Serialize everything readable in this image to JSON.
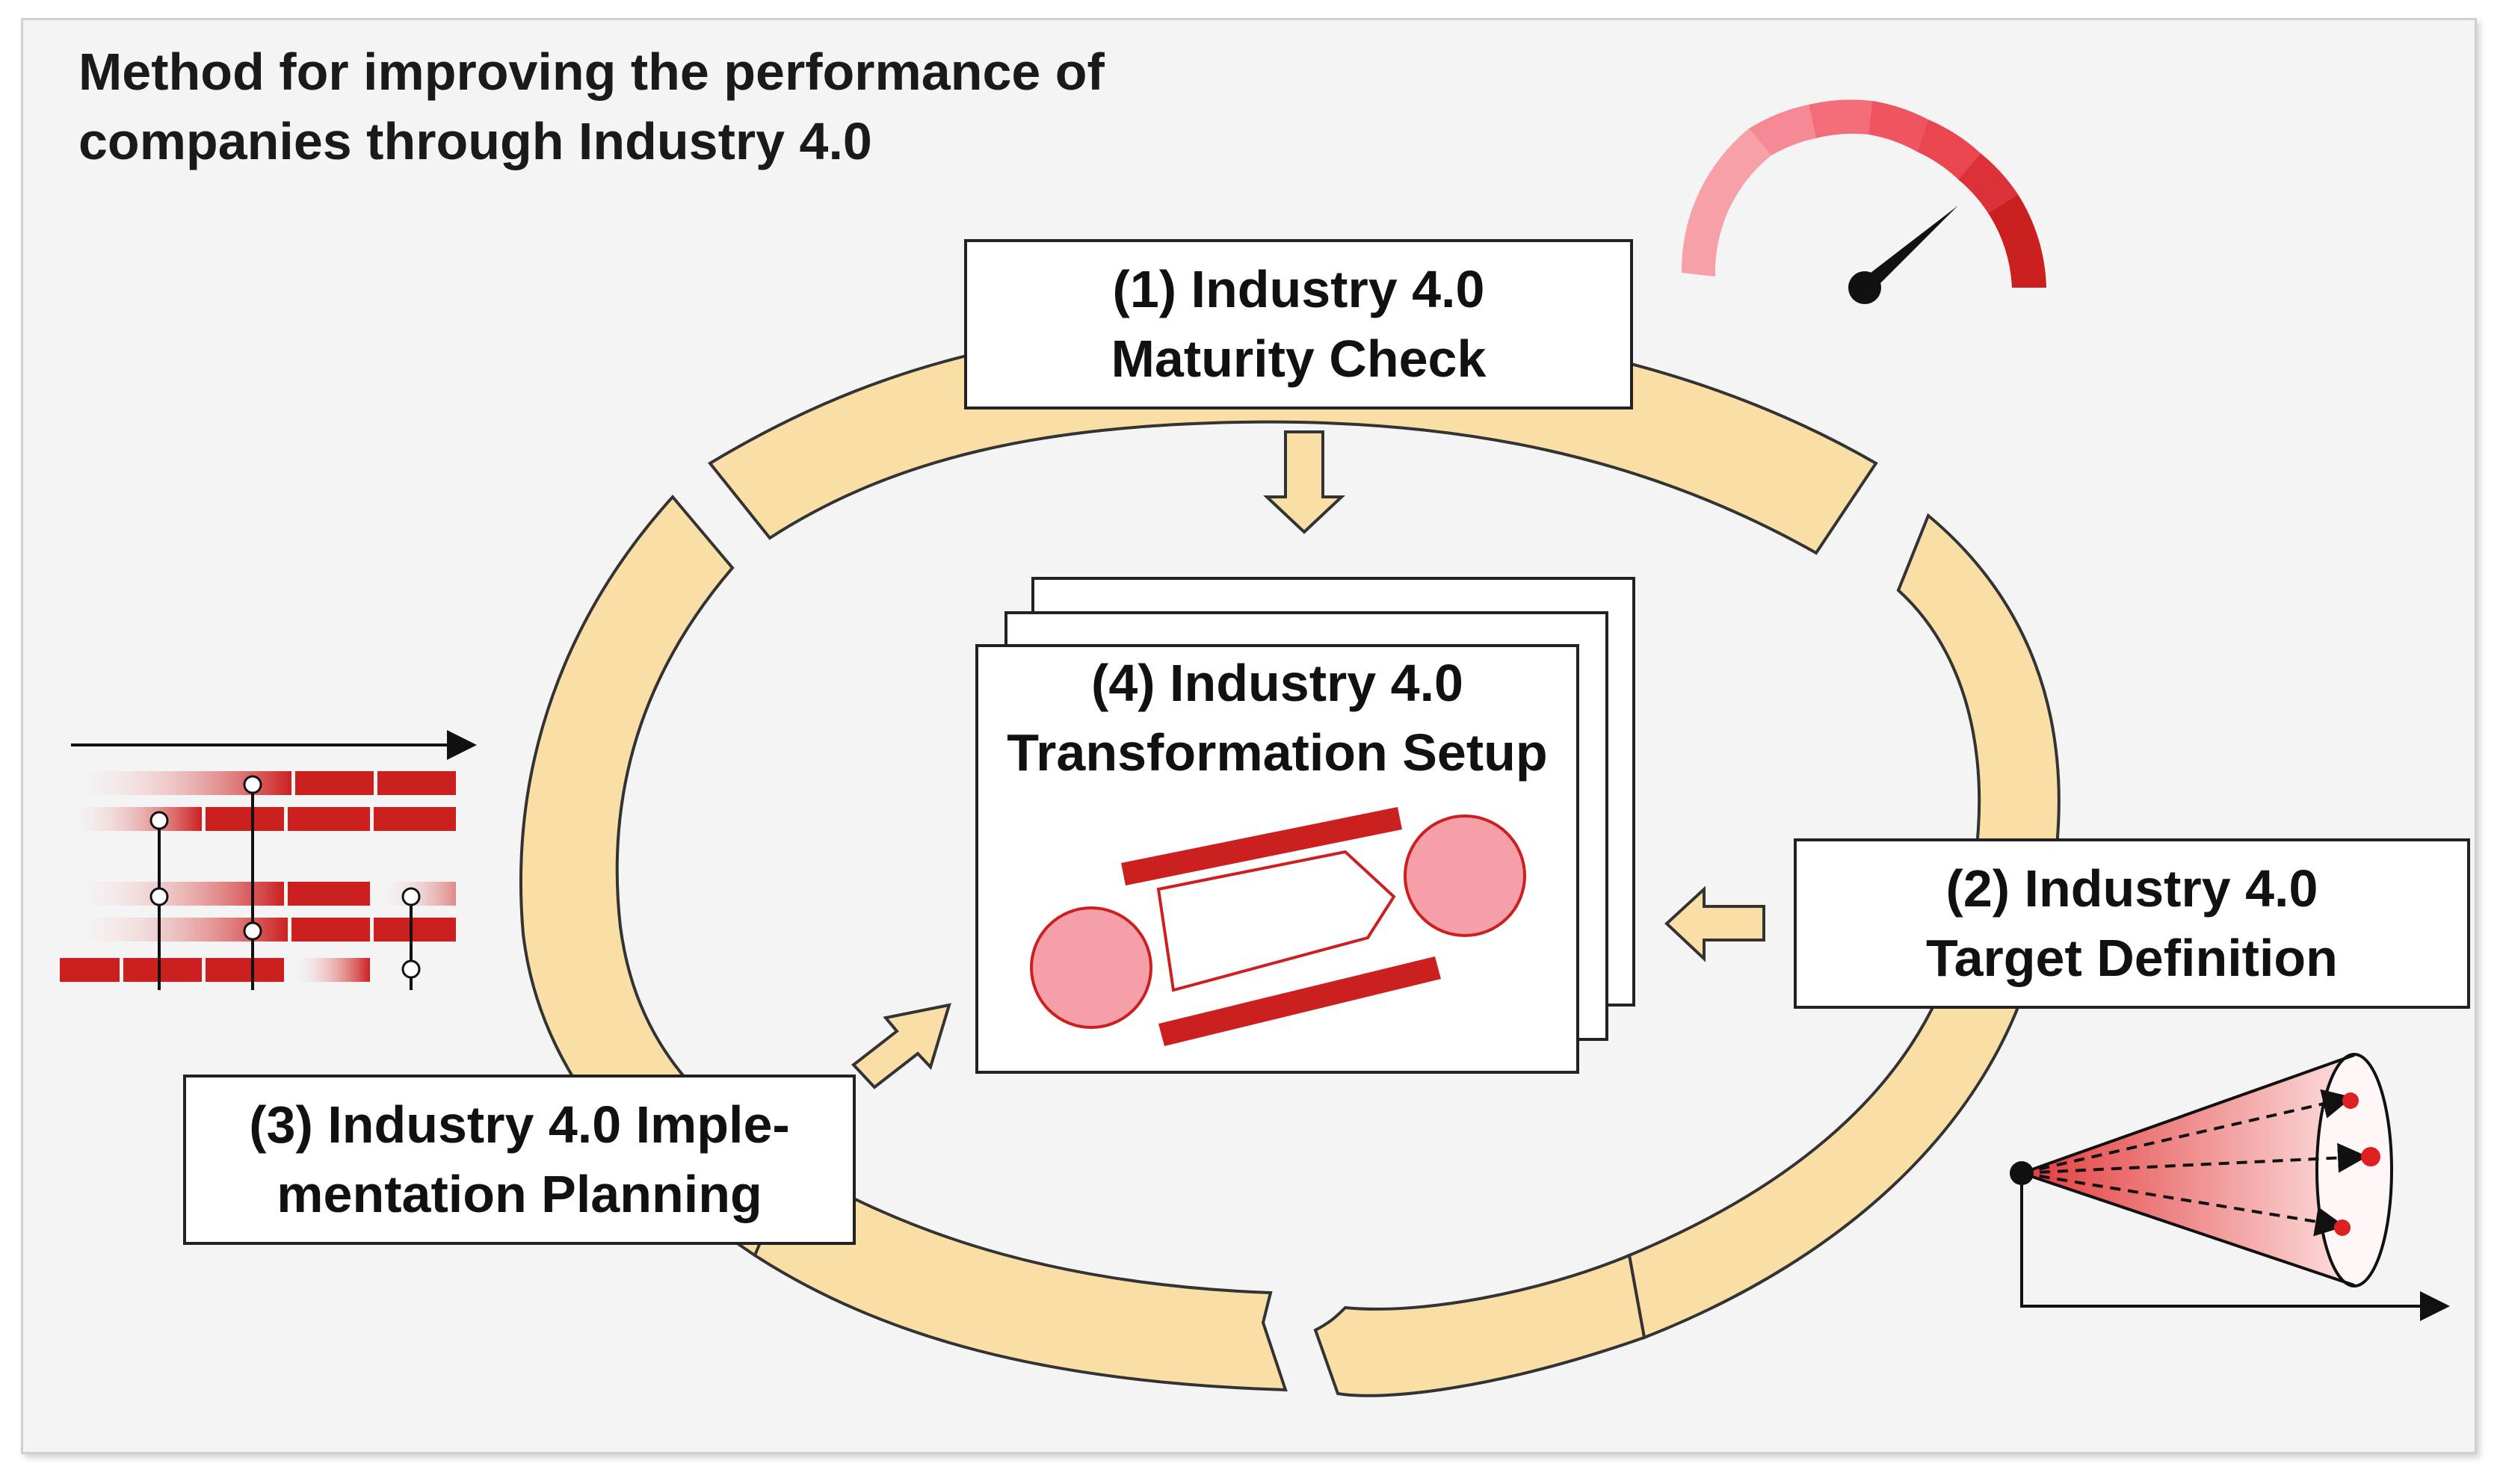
{
  "title": {
    "line1": "Method for improving the performance of",
    "line2": "companies through Industry 4.0"
  },
  "steps": [
    {
      "line1": "(1) Industry 4.0",
      "line2": "Maturity Check"
    },
    {
      "line1": "(2) Industry 4.0",
      "line2": "Target Definition"
    },
    {
      "line1": "(3) Industry 4.0 Imple-",
      "line2": "mentation Planning"
    },
    {
      "line1": "(4) Industry 4.0",
      "line2": "Transformation Setup"
    }
  ],
  "colors": {
    "ring_fill": "#f9dfa6",
    "ring_stroke": "#333333",
    "accent_red": "#cc2020",
    "light_red": "#f5a0a8",
    "background": "#f4f4f4"
  },
  "icons": [
    "speedometer-icon",
    "target-cone-icon",
    "roadmap-timeline-icon",
    "transformation-graphic-icon"
  ]
}
